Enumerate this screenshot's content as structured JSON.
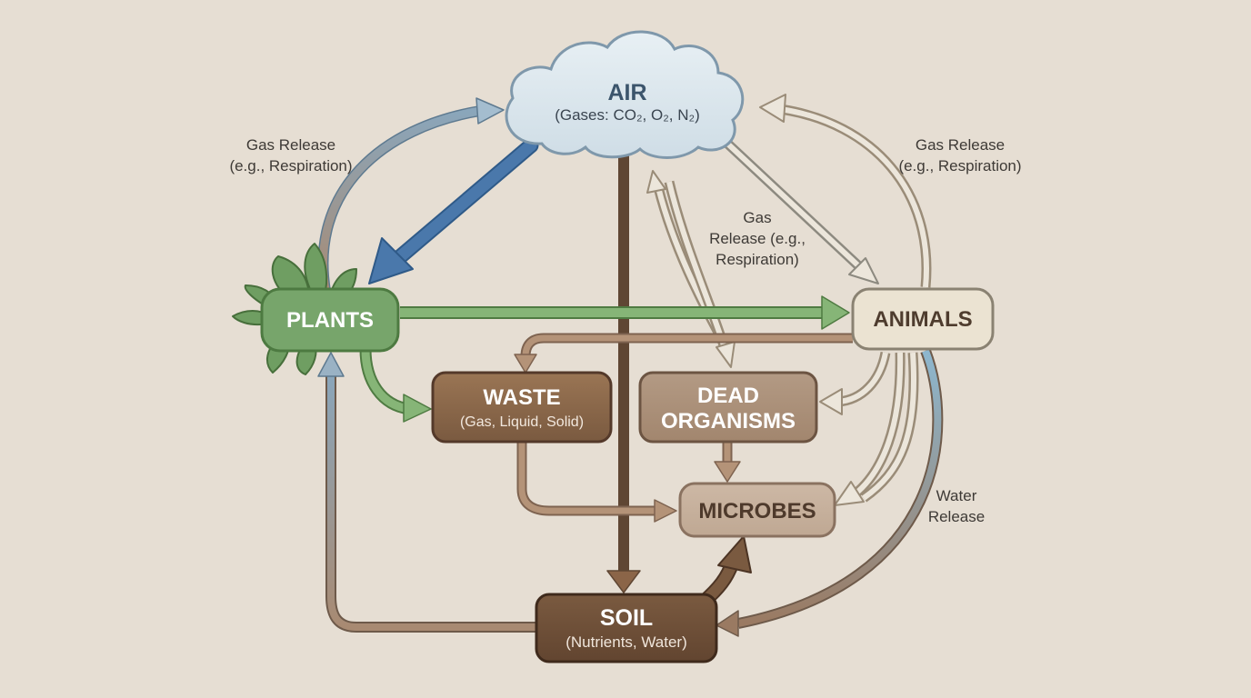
{
  "nodes": {
    "air": {
      "title": "AIR",
      "subtitle": "(Gases: CO₂, O₂, N₂)"
    },
    "plants": {
      "title": "PLANTS"
    },
    "animals": {
      "title": "ANIMALS"
    },
    "waste": {
      "title": "WASTE",
      "subtitle": "(Gas, Liquid, Solid)"
    },
    "dead": {
      "line1": "DEAD",
      "line2": "ORGANISMS"
    },
    "microbes": {
      "title": "MICROBES"
    },
    "soil": {
      "title": "SOIL",
      "subtitle": "(Nutrients, Water)"
    }
  },
  "annotations": {
    "left_gas": "Gas Release\n(e.g., Respiration)",
    "right_gas": "Gas Release\n(e.g., Respiration)",
    "mid_gas": "Gas\nRelease (e.g.,\nRespiration)",
    "water": "Water\nRelease"
  },
  "colors": {
    "background": "#e6ded3",
    "air_fill": "#d6e3ea",
    "plants_fill": "#77a56b",
    "animals_fill": "#ebe3d2",
    "waste_fill": "#8f6a45",
    "dead_fill": "#ab8f78",
    "microbes_fill": "#c6b09c",
    "soil_fill": "#6e4f38",
    "green_arrow": "#7fad6f",
    "blue_arrow": "#4a78ab",
    "tan_arrow": "#b49378"
  }
}
